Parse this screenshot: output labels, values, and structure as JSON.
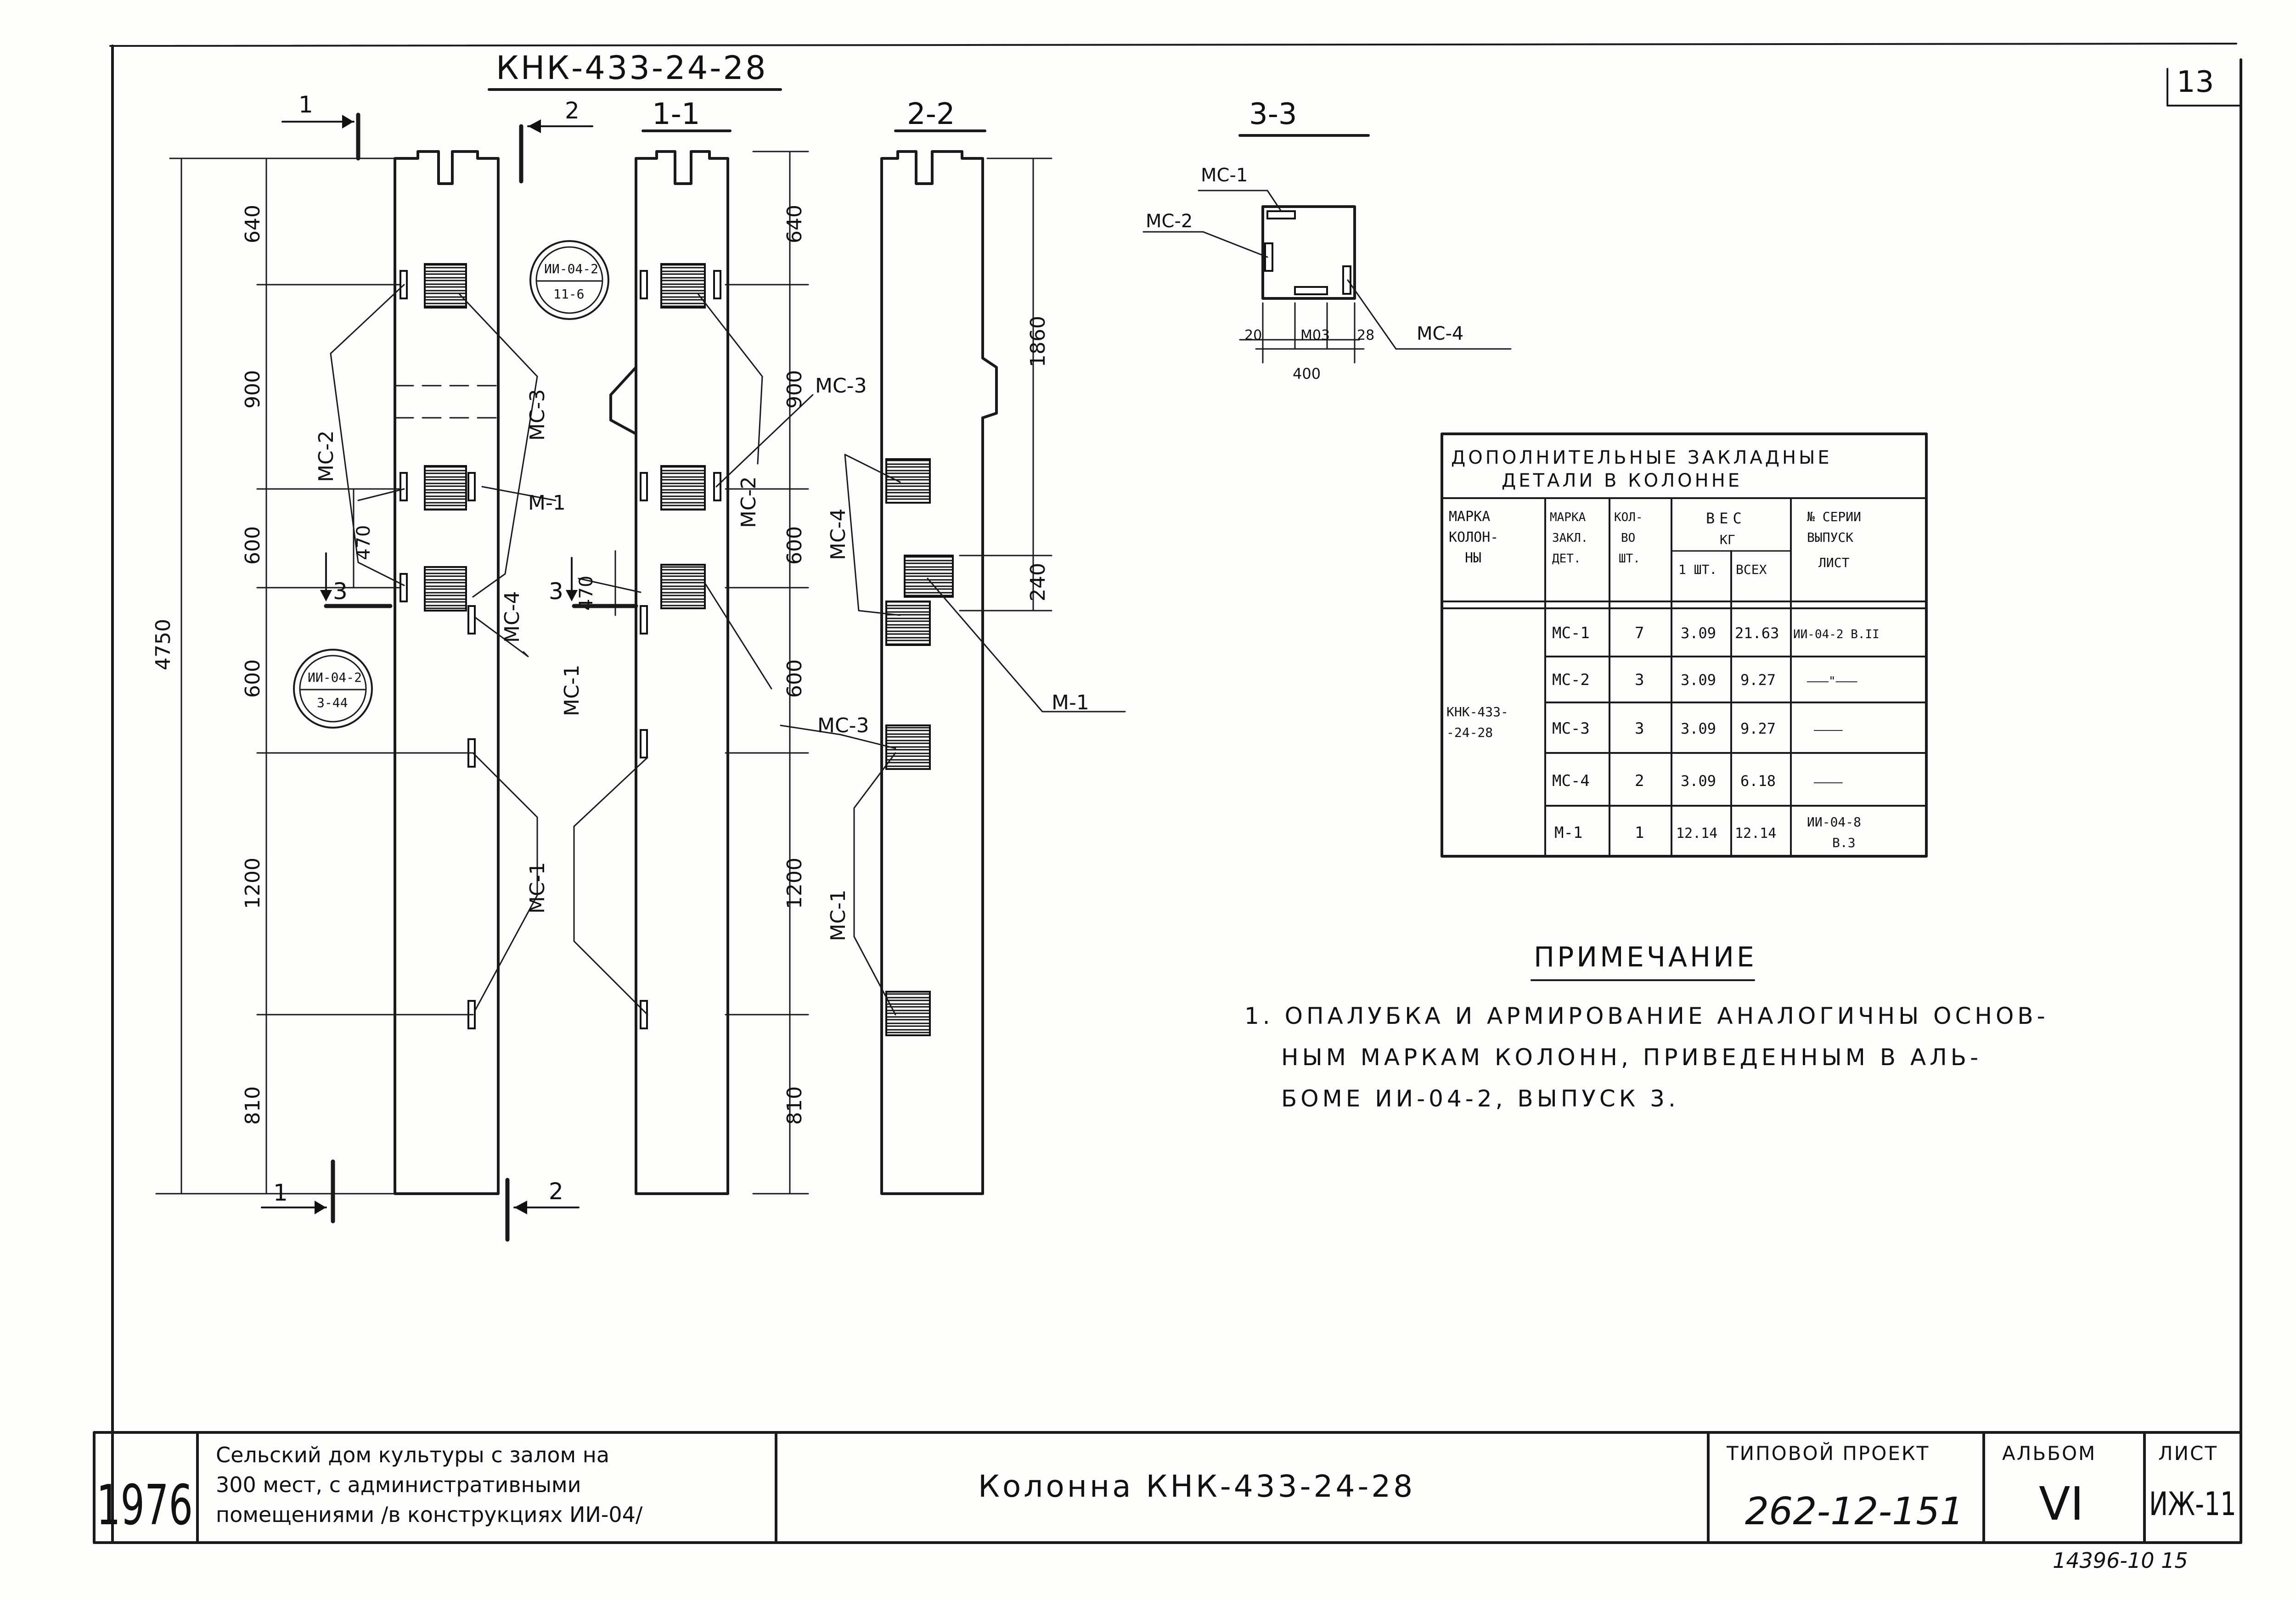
{
  "drawing": {
    "title": "КНК-433-24-28",
    "page_corner_number": "13",
    "total_height_dim": "4750"
  },
  "sections": {
    "s1": "1",
    "s2": "2",
    "s3": "3",
    "view_1_1": "1-1",
    "view_2_2": "2-2",
    "view_3_3": "3-3"
  },
  "dims": {
    "d640": "640",
    "d900": "900",
    "d600": "600",
    "d1200": "1200",
    "d810": "810",
    "d470": "470",
    "d1860": "1860",
    "d240": "240",
    "d400": "400",
    "d20": "20",
    "d28": "28",
    "d103": "М03"
  },
  "labels": {
    "ms1": "МС-1",
    "ms2": "МС-2",
    "ms3": "МС-3",
    "ms4": "МС-4",
    "m1": "М-1"
  },
  "refs": {
    "ref1_top": "ИИ-04-2",
    "ref1_bottom": "11-6",
    "ref2_top": "ИИ-04-2",
    "ref2_bottom": "3-44"
  },
  "table": {
    "title_line1": "ДОПОЛНИТЕЛЬНЫЕ ЗАКЛАДНЫЕ",
    "title_line2": "ДЕТАЛИ В КОЛОННЕ",
    "h_col_mark_1": "МАРКА",
    "h_col_mark_2": "КОЛОН-",
    "h_col_mark_3": "НЫ",
    "h_emb_mark_1": "МАРКА",
    "h_emb_mark_2": "ЗАКЛ.",
    "h_emb_mark_3": "ДЕТ.",
    "h_qty_1": "КОЛ-",
    "h_qty_2": "ВО",
    "h_qty_3": "ШТ.",
    "h_weight_1": "ВЕС",
    "h_weight_2": "КГ",
    "h_w_one": "1 ШТ.",
    "h_w_all": "ВСЕХ",
    "h_series_1": "№ СЕРИИ",
    "h_series_2": "ВЫПУСК",
    "h_series_3": "ЛИСТ",
    "column_mark_1": "КНК-433-",
    "column_mark_2": "-24-28",
    "rows": [
      {
        "mark": "МС-1",
        "qty": "7",
        "one": "3.09",
        "all": "21.63",
        "series": "ИИ-04-2 В.II"
      },
      {
        "mark": "МС-2",
        "qty": "3",
        "one": "3.09",
        "all": "9.27",
        "series": "———\"———"
      },
      {
        "mark": "МС-3",
        "qty": "3",
        "one": "3.09",
        "all": "9.27",
        "series": "————"
      },
      {
        "mark": "МС-4",
        "qty": "2",
        "one": "3.09",
        "all": "6.18",
        "series": "————"
      },
      {
        "mark": "М-1",
        "qty": "1",
        "one": "12.14",
        "all": "12.14",
        "series": "ИИ-04-8"
      }
    ],
    "last_series_line2": "В.3"
  },
  "note": {
    "heading": "ПРИМЕЧАНИЕ",
    "line1": "1. ОПАЛУБКА И АРМИРОВАНИЕ АНАЛОГИЧНЫ ОСНОВ-",
    "line2": "НЫМ МАРКАМ КОЛОНН, ПРИВЕДЕННЫМ В АЛЬ-",
    "line3": "БОМЕ ИИ-04-2, ВЫПУСК 3."
  },
  "title_block": {
    "year": "1976",
    "desc_line1": "Сельский дом культуры с залом на",
    "desc_line2": "300 мест, с административными",
    "desc_line3": "помещениями /в конструкциях ИИ-04/",
    "name": "Колонна КНК-433-24-28",
    "project_label": "ТИПОВОЙ ПРОЕКТ",
    "project_number": "262-12-151",
    "album_label": "АЛЬБОМ",
    "album_number": "VI",
    "sheet_label": "ЛИСТ",
    "sheet_number": "ИЖ-11"
  },
  "archive_number": "14396-10   15"
}
